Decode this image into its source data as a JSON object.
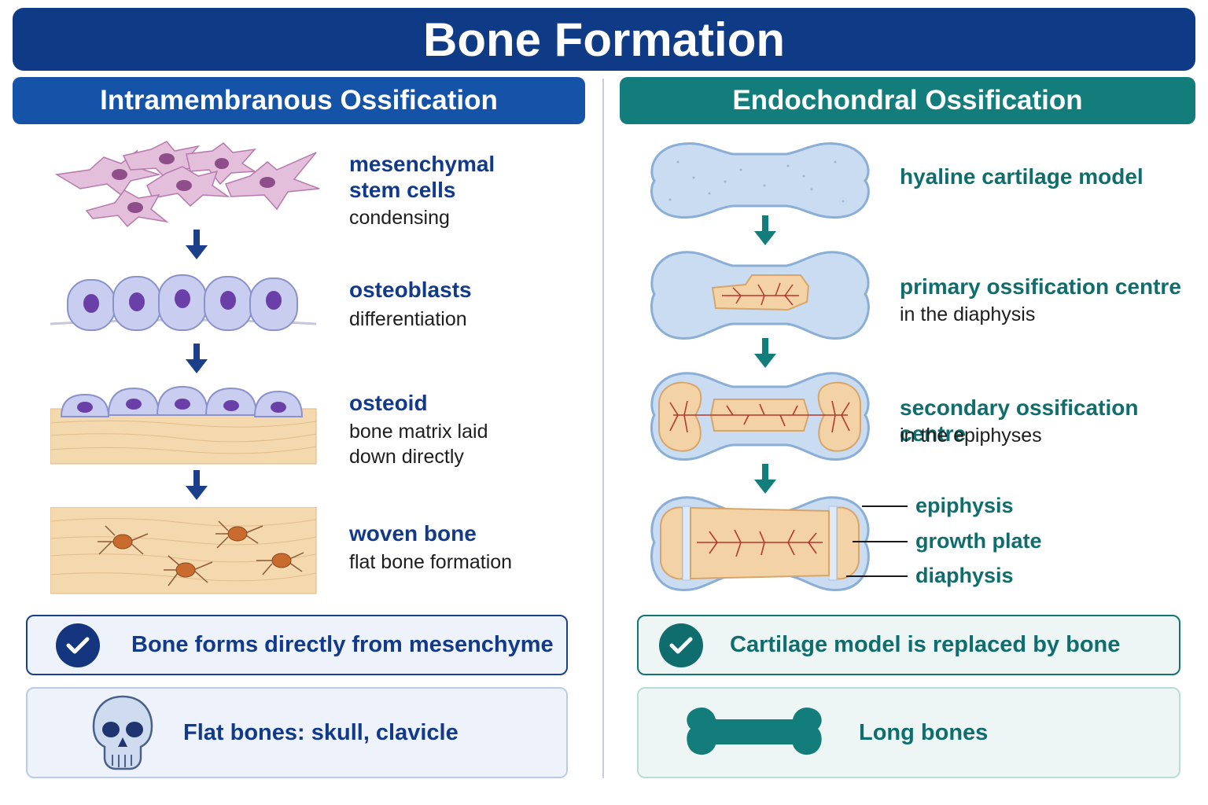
{
  "title": "Bone Formation",
  "colors": {
    "title_bg": "#0f3b86",
    "left_accent": "#1553a8",
    "right_accent": "#127d7a",
    "cartilage": "#c9dcf2",
    "bone_matrix": "#f3d3a6",
    "vessel": "#b5382c"
  },
  "left": {
    "heading": "Intramembranous Ossification",
    "steps": [
      {
        "title_line1": "mesenchymal",
        "title_line2": "stem cells",
        "desc": "condensing"
      },
      {
        "title": "osteoblasts",
        "desc": "differentiation"
      },
      {
        "title": "osteoid",
        "desc_line1": "bone matrix laid",
        "desc_line2": "down directly"
      },
      {
        "title": "woven bone",
        "desc": "flat bone formation"
      }
    ],
    "summary": "Bone forms directly from mesenchyme",
    "examples": "Flat bones: skull, clavicle",
    "summary_icon": "check-icon",
    "examples_icon": "skull-icon"
  },
  "right": {
    "heading": "Endochondral Ossification",
    "steps": [
      {
        "title": "hyaline cartilage model"
      },
      {
        "title": "primary ossification centre",
        "desc": "in the diaphysis"
      },
      {
        "title": "secondary ossification centre",
        "desc": "in the epiphyses"
      }
    ],
    "labels": [
      "epiphysis",
      "growth plate",
      "diaphysis"
    ],
    "summary": "Cartilage model is replaced by bone",
    "examples": "Long bones",
    "summary_icon": "check-icon",
    "examples_icon": "long-bone-icon"
  }
}
